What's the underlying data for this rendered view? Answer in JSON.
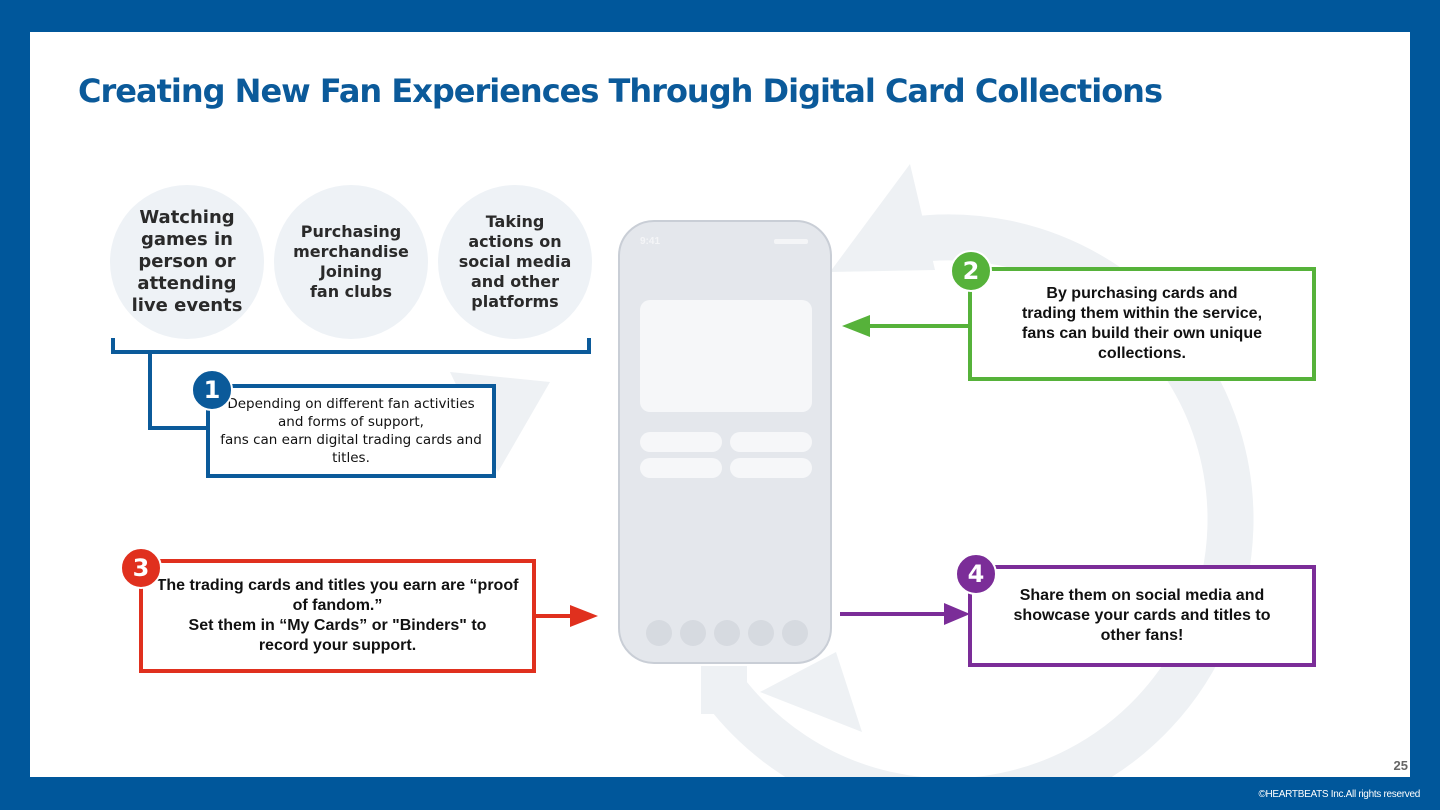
{
  "title": "Creating New Fan Experiences Through Digital Card Collections",
  "activities": [
    "Watching\ngames in\nperson or\nattending\nlive events",
    "Purchasing\nmerchandise\nJoining\nfan clubs",
    "Taking\nactions on\nsocial media\nand other\nplatforms"
  ],
  "phone": {
    "time": "9:41"
  },
  "steps": [
    {
      "number": "1",
      "color": "#0b5a9a",
      "text": "Depending on different fan activities\nand forms of support,\nfans can earn digital trading cards and\ntitles."
    },
    {
      "number": "2",
      "color": "#56b23a",
      "text": "By purchasing cards and\ntrading them within the service,\nfans can build their own unique\ncollections."
    },
    {
      "number": "3",
      "color": "#e0301e",
      "text": "The trading cards and titles you earn are “proof\nof fandom.”\nSet them in “My Cards” or \"Binders\" to\nrecord your support."
    },
    {
      "number": "4",
      "color": "#7b2d98",
      "text": "Share them on social media and\nshowcase your cards and titles to\nother fans!"
    }
  ],
  "page_number": "25",
  "copyright": "©HEARTBEATS Inc.All rights reserved"
}
